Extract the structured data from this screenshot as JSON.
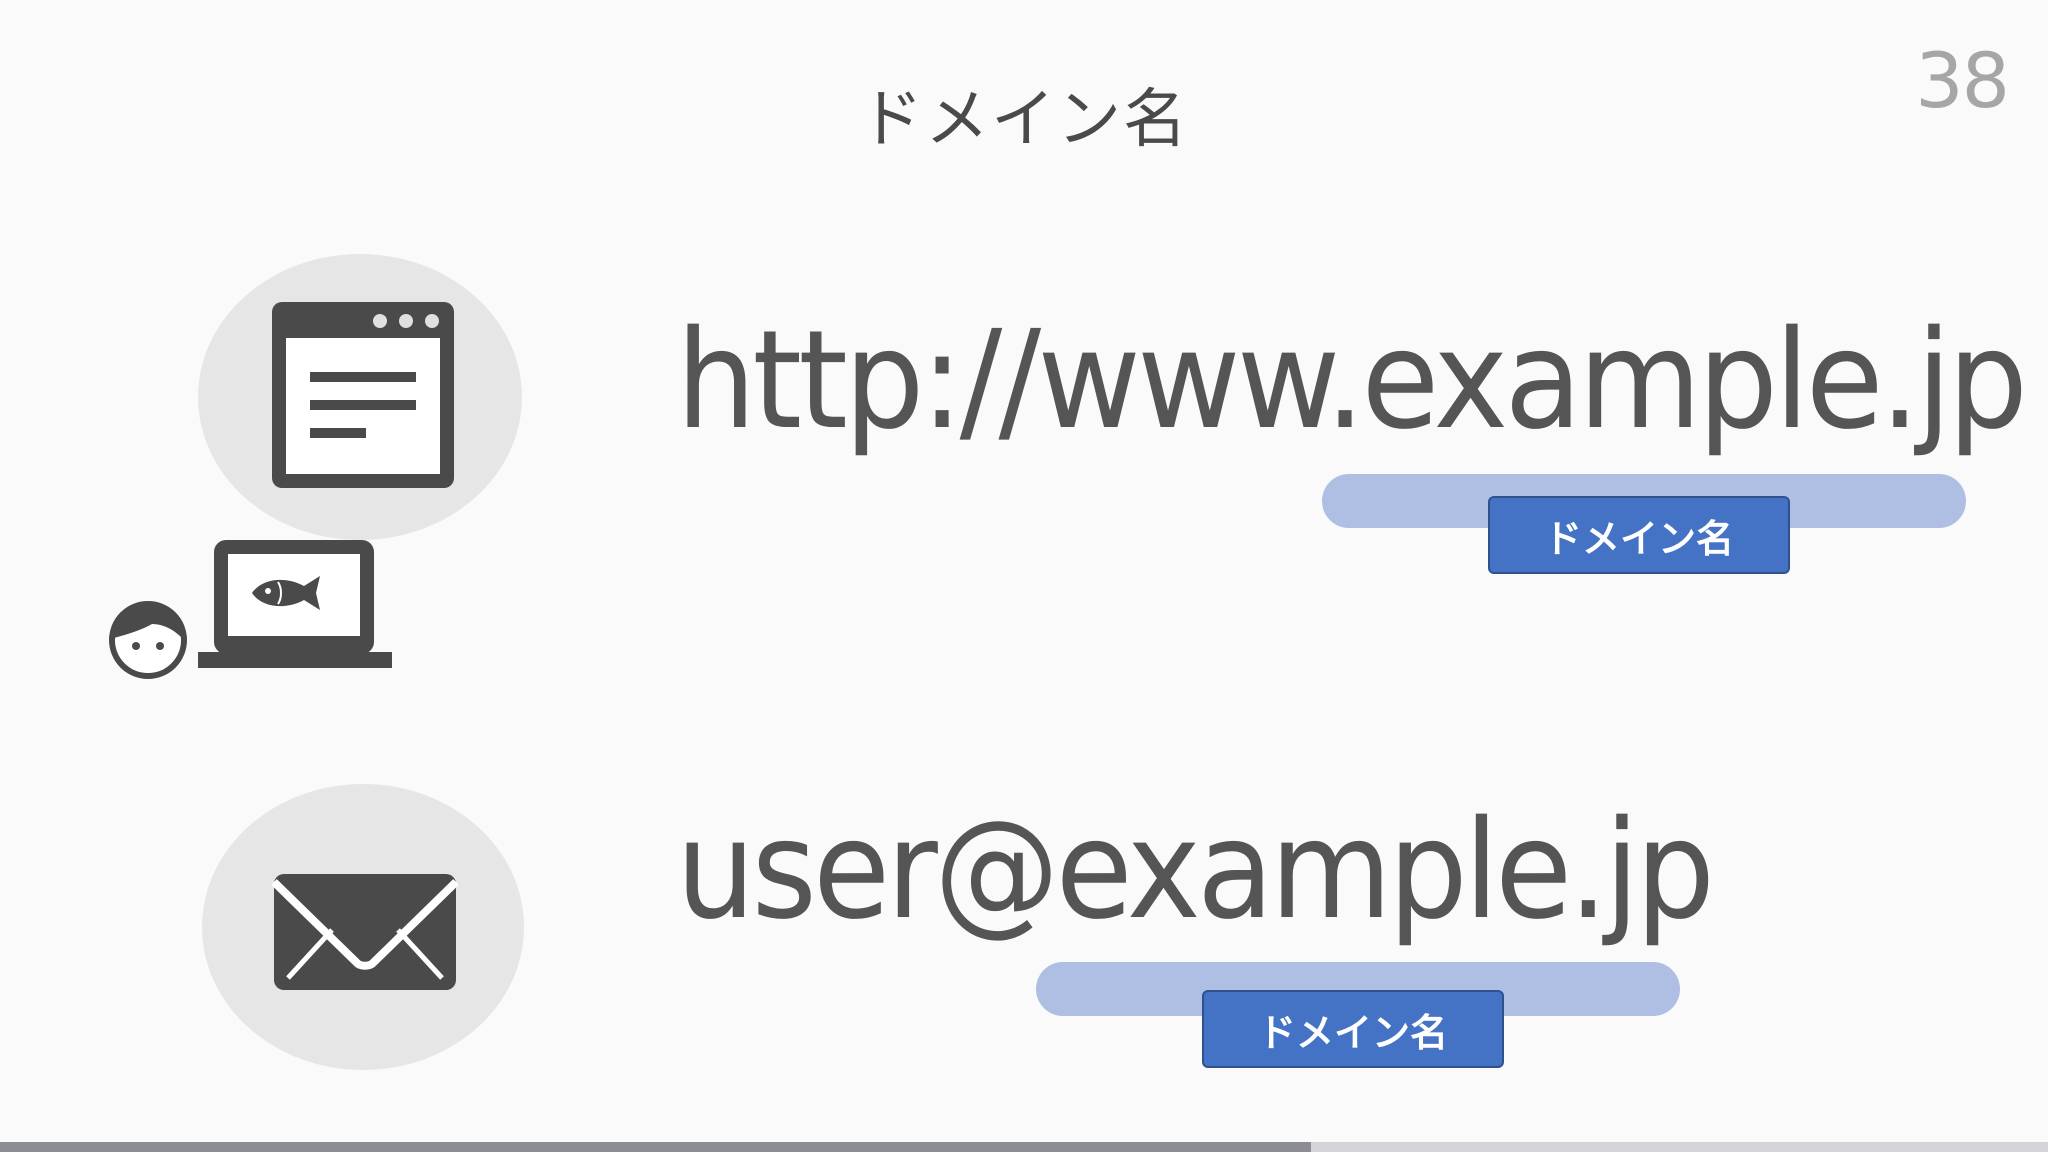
{
  "slide": {
    "title": "ドメイン名",
    "page_number": "38"
  },
  "web_example": {
    "url": "http://www.example.jp",
    "domain_label": "ドメイン名"
  },
  "mail_example": {
    "address": "user@example.jp",
    "domain_label": "ドメイン名"
  },
  "icons": {
    "browser": "browser-window-icon",
    "laptop": "laptop-icon",
    "fish": "fish-icon",
    "person": "person-face-icon",
    "envelope": "envelope-icon"
  },
  "colors": {
    "background": "#fafafa",
    "text": "#555555",
    "bubble": "#e6e6e6",
    "highlight": "#aebfe3",
    "label": "#4472c4",
    "label_border": "#2f528f",
    "page_number": "#a6a6a6"
  },
  "progress": {
    "fraction": 0.64
  }
}
